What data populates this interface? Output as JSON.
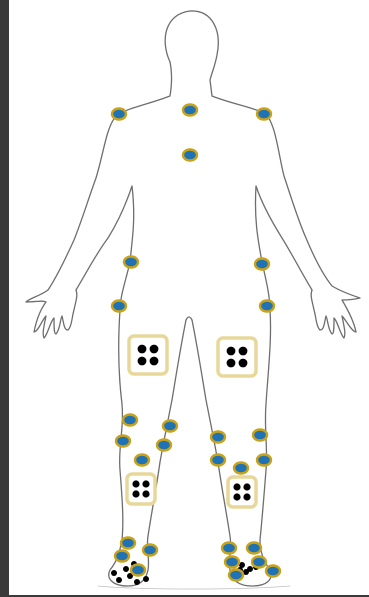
{
  "figure": {
    "outline_color": "#6e6e6e",
    "background": "#ffffff",
    "frame_color": "#3a3a3a"
  },
  "markers": {
    "fill": "#1f73b5",
    "ring": "#c9a21a",
    "points": [
      {
        "site": "left-shoulder"
      },
      {
        "site": "neck-base"
      },
      {
        "site": "right-shoulder"
      },
      {
        "site": "mid-back"
      },
      {
        "site": "left-elbow"
      },
      {
        "site": "right-elbow"
      },
      {
        "site": "left-wrist"
      },
      {
        "site": "right-wrist"
      },
      {
        "site": "left-knee-outer"
      },
      {
        "site": "left-knee-inner"
      },
      {
        "site": "left-knee-lower"
      },
      {
        "site": "left-shin"
      },
      {
        "site": "left-calf"
      },
      {
        "site": "right-knee-inner"
      },
      {
        "site": "right-knee-outer"
      },
      {
        "site": "right-shin"
      },
      {
        "site": "right-calf-inner"
      },
      {
        "site": "right-calf"
      },
      {
        "site": "left-ankle-outer"
      },
      {
        "site": "left-ankle-inner"
      },
      {
        "site": "left-heel"
      },
      {
        "site": "left-foot"
      },
      {
        "site": "right-ankle-inner"
      },
      {
        "site": "right-ankle-outer"
      },
      {
        "site": "right-heel"
      },
      {
        "site": "right-foot-inner"
      },
      {
        "site": "right-foot"
      },
      {
        "site": "right-toe"
      }
    ]
  },
  "pads": {
    "fill": "#ffffff",
    "border": "#e7d89a",
    "dot_color": "#000000",
    "items": [
      {
        "site": "left-thigh"
      },
      {
        "site": "right-thigh"
      },
      {
        "site": "left-shin-pad"
      },
      {
        "site": "right-shin-pad"
      }
    ]
  },
  "foot_dots": {
    "color": "#000000"
  }
}
